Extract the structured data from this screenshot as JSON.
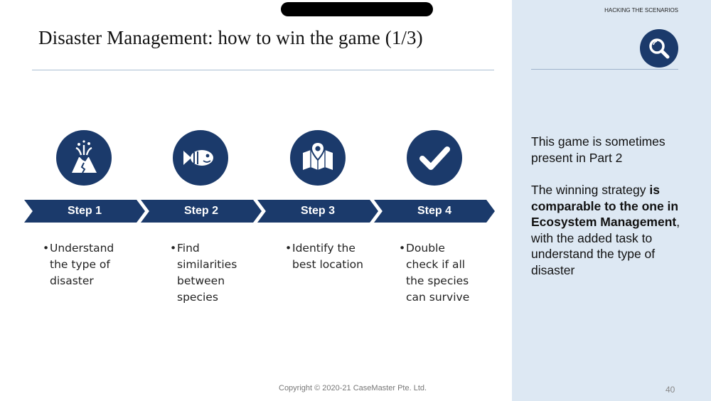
{
  "slide": {
    "title": "Disaster Management: how to win the game (1/3)",
    "section_tag": "HACKING THE SCENARIOS",
    "footer": "Copyright © 2020-21 CaseMaster Pte. Ltd.",
    "page_number": "40"
  },
  "steps": [
    {
      "label": "Step 1",
      "icon": "volcano-icon",
      "bullet": "Understand the type of disaster"
    },
    {
      "label": "Step 2",
      "icon": "fish-icon",
      "bullet": "Find similarities between species"
    },
    {
      "label": "Step 3",
      "icon": "map-pin-icon",
      "bullet": "Identify the best location"
    },
    {
      "label": "Step 4",
      "icon": "checkmark-icon",
      "bullet": "Double check if all the species can survive"
    }
  ],
  "side_panel": {
    "icon": "search-icon",
    "paragraph1": "This game is sometimes present in Part 2",
    "paragraph2": {
      "pre": "The winning strategy ",
      "bold": "is comparable to the one in Ecosystem Management",
      "post": ", with the added task to understand the type of disaster"
    }
  },
  "colors": {
    "accent_navy": "#1b3a6b",
    "panel_bg": "#dde8f3"
  }
}
